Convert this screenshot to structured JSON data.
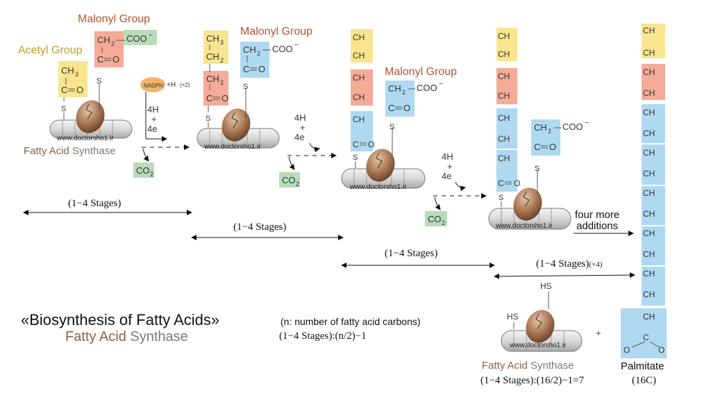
{
  "labels": {
    "malonyl_group": "Malonyl Group",
    "acetyl_group": "Acetyl Group",
    "fatty_acid": "Fatty Acid",
    "synthase": "Synthase",
    "website": "www.doctorsho1.ir",
    "nadph": "NADPH",
    "h_plus_x2": "+H",
    "x2": "(×2)",
    "four_h": "4H",
    "plus": "+",
    "four_e": "4e",
    "co2": "CO",
    "ch3": "CH",
    "ch2": "CH",
    "c": "C",
    "o": "O",
    "coo": "COO",
    "s": "S",
    "hs": "HS",
    "minus": "−",
    "stages": "(1−4 Stages)",
    "stages_x4": "(1−4 Stages)",
    "x4": "(×4)",
    "four_more": "four more",
    "additions": "additions",
    "title": "«Biosynthesis of Fatty Acids»",
    "subtitle_fatty_acid": "Fatty Acid",
    "subtitle_synthase": "Synthase",
    "note": "(n: number of fatty acid carbons)",
    "formula": "(1−4 Stages):(n/2)−1",
    "formula_16": "(1−4 Stages):(16/2)−1=7",
    "palmitate": "Palmitate",
    "sixteen_c": "(16C)",
    "plus_sign": "+"
  },
  "colors": {
    "acetyl": "#f9e58f",
    "malonyl_red": "#f4ab97",
    "blue": "#aed9f1",
    "green": "#b8dcb8",
    "nadph": "#f2b36a",
    "brown_text": "#b5522f",
    "gold_text": "#b8a22a",
    "synthase_brown": "#8a6244",
    "synthase_gray": "#7a7a7a"
  }
}
